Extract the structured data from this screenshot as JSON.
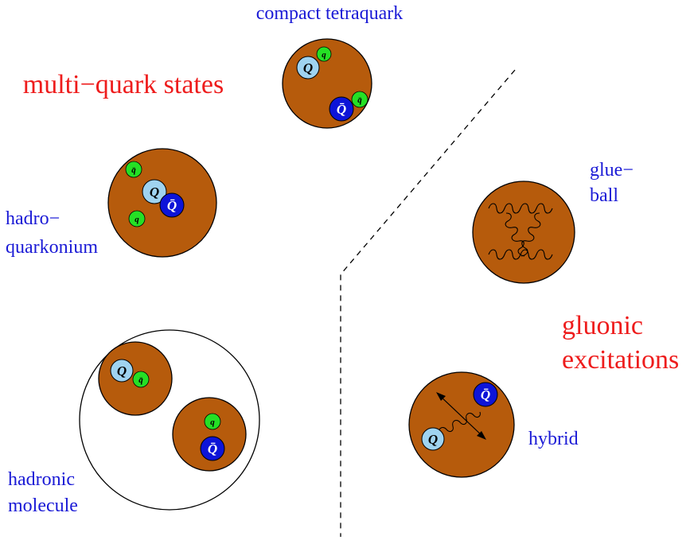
{
  "labels": {
    "compact_tetraquark": "compact tetraquark",
    "multi_quark_states": "multi−quark states",
    "hadro_line1": "hadro−",
    "hadro_line2": "quarkonium",
    "hadronic_line1": "hadronic",
    "hadronic_line2": "molecule",
    "glueball_line1": "glue−",
    "glueball_line2": "ball",
    "gluonic_line1": "gluonic",
    "gluonic_line2": "excitations",
    "hybrid": "hybrid"
  },
  "quark_symbols": {
    "heavy_quark": "Q",
    "heavy_antiquark": "Q̄",
    "light_quark": "q",
    "light_antiquark": "q̄"
  },
  "colors": {
    "label_blue": "#1a1ad6",
    "label_red": "#ee1c1c",
    "hadron_brown": "#b65b0c",
    "heavy_quark_light_blue": "#9fd3f0",
    "heavy_antiquark_dark_blue": "#0d14d8",
    "light_quark_green": "#25e025"
  }
}
